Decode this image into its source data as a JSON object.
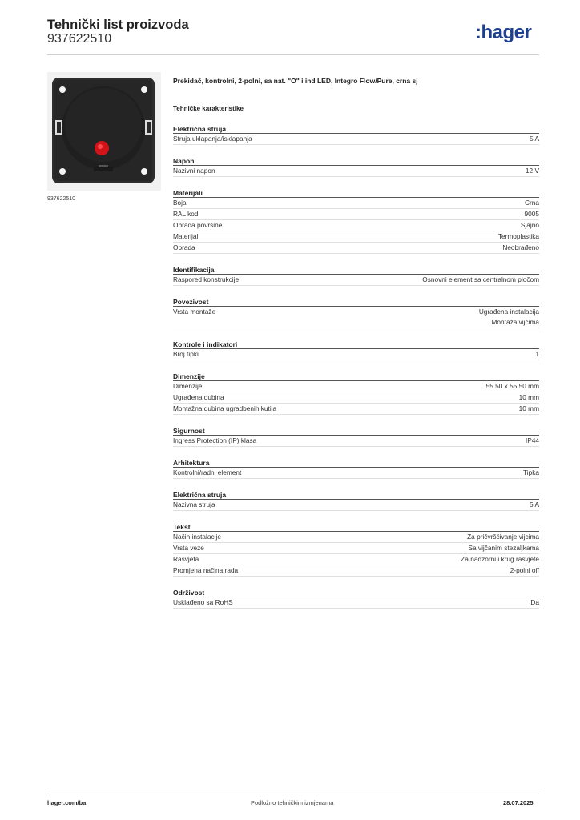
{
  "header": {
    "title": "Tehnički list proizvoda",
    "number": "937622510",
    "logo": ":hager"
  },
  "image": {
    "caption": "937622510"
  },
  "product_title": "Prekidač, kontrolni, 2-polni, sa nat. \"O\" i ind LED, Integro Flow/Pure, crna sj",
  "tech_title": "Tehničke karakteristike",
  "sections": [
    {
      "title": "Električna struja",
      "rows": [
        {
          "label": "Struja uklapanja/isklapanja",
          "values": [
            "5 A"
          ]
        }
      ]
    },
    {
      "title": "Napon",
      "rows": [
        {
          "label": "Nazivni napon",
          "values": [
            "12 V"
          ]
        }
      ]
    },
    {
      "title": "Materijali",
      "rows": [
        {
          "label": "Boja",
          "values": [
            "Crna"
          ]
        },
        {
          "label": "RAL kod",
          "values": [
            "9005"
          ]
        },
        {
          "label": "Obrada površine",
          "values": [
            "Sjajno"
          ]
        },
        {
          "label": "Materijal",
          "values": [
            "Termoplastika"
          ]
        },
        {
          "label": "Obrada",
          "values": [
            "Neobrađeno"
          ]
        }
      ]
    },
    {
      "title": "Identifikacija",
      "rows": [
        {
          "label": "Raspored konstrukcije",
          "values": [
            "Osnovni element sa centralnom pločom"
          ]
        }
      ]
    },
    {
      "title": "Povezivost",
      "rows": [
        {
          "label": "Vrsta montaže",
          "values": [
            "Ugrađena instalacija",
            "Montaža vijcima"
          ]
        }
      ]
    },
    {
      "title": "Kontrole i indikatori",
      "rows": [
        {
          "label": "Broj tipki",
          "values": [
            "1"
          ]
        }
      ]
    },
    {
      "title": "Dimenzije",
      "rows": [
        {
          "label": "Dimenzije",
          "values": [
            "55.50 x 55.50 mm"
          ]
        },
        {
          "label": "Ugrađena dubina",
          "values": [
            "10 mm"
          ]
        },
        {
          "label": "Montažna dubina ugradbenih kutija",
          "values": [
            "10 mm"
          ]
        }
      ]
    },
    {
      "title": "Sigurnost",
      "rows": [
        {
          "label": "Ingress Protection (IP) klasa",
          "values": [
            "IP44"
          ]
        }
      ]
    },
    {
      "title": "Arhitektura",
      "rows": [
        {
          "label": "Kontrolni/radni element",
          "values": [
            "Tipka"
          ]
        }
      ]
    },
    {
      "title": "Električna struja",
      "rows": [
        {
          "label": "Nazivna struja",
          "values": [
            "5 A"
          ]
        }
      ]
    },
    {
      "title": "Tekst",
      "rows": [
        {
          "label": "Način instalacije",
          "values": [
            "Za pričvršćivanje vijcima"
          ]
        },
        {
          "label": "Vrsta veze",
          "values": [
            "Sa vijčanim stezaljkama"
          ]
        },
        {
          "label": "Rasvjeta",
          "values": [
            "Za nadzorni i krug rasvjete"
          ]
        },
        {
          "label": "Promjena načina rada",
          "values": [
            "2-polni off"
          ]
        }
      ]
    },
    {
      "title": "Održivost",
      "rows": [
        {
          "label": "Usklađeno sa RoHS",
          "values": [
            "Da"
          ]
        }
      ]
    }
  ],
  "footer": {
    "left": "hager.com/ba",
    "center": "Podložno tehničkim izmjenama",
    "right": "28.07.2025"
  },
  "colors": {
    "brand": "#1c3f8f",
    "led": "#d0141a",
    "device": "#2b2b2b"
  }
}
